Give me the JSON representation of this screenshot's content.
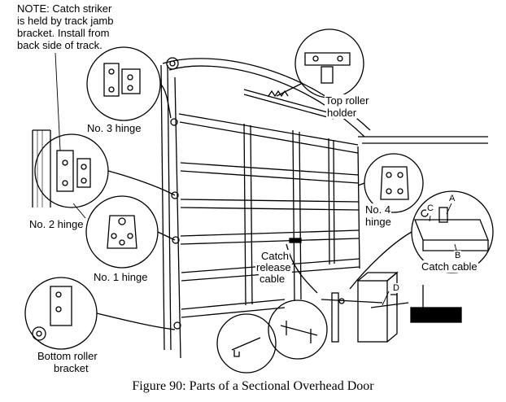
{
  "note": {
    "line1": "NOTE: Catch striker",
    "line2": "is held by track jamb",
    "line3": "bracket. Install from",
    "line4": "back side of track."
  },
  "labels": {
    "hinge3": "No. 3 hinge",
    "hinge2": "No. 2 hinge",
    "hinge1": "No. 1 hinge",
    "hinge4_line1": "No. 4",
    "hinge4_line2": "hinge",
    "top_roller_line1": "Top roller",
    "top_roller_line2": "holder",
    "catch_release_line1": "Catch",
    "catch_release_line2": "release",
    "catch_release_line3": "cable",
    "catch_cable": "Catch cable",
    "bottom_roller_line1": "Bottom roller",
    "bottom_roller_line2": "bracket"
  },
  "callouts": {
    "a": "A",
    "b": "B",
    "c": "C",
    "d": "D"
  },
  "caption": "Figure 90: Parts of a Sectional Overhead Door"
}
